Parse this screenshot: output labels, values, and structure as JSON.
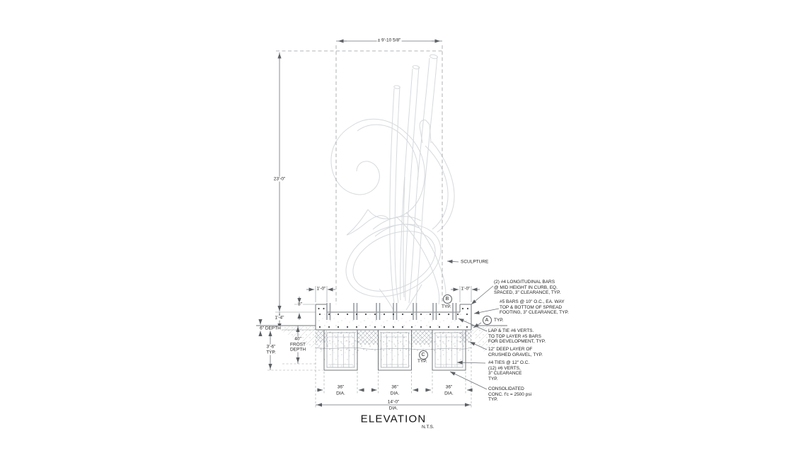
{
  "title": "ELEVATION",
  "scale_note": "N.T.S.",
  "sculpture_label": "SCULPTURE",
  "dims": {
    "overall_width": "± 9'-10 5/8\"",
    "overall_height": "23'-0\"",
    "curb_width_left": "1'-0\"",
    "curb_width_right": "1'-0\"",
    "curb_height": "8\"",
    "footing_thickness": "1'-4\"",
    "embed_depth": "6\" DEPTH",
    "pier_depth": [
      "3'-6\"",
      "TYP."
    ],
    "frost_depth": [
      "40\"",
      "FROST",
      "DEPTH"
    ],
    "pier_dia": [
      "36\"",
      "DIA."
    ],
    "overall_dia": [
      "14'-0\"",
      "DIA."
    ]
  },
  "markers": {
    "a": {
      "letter": "A",
      "suffix": "TYP."
    },
    "b": {
      "letter": "B",
      "suffix": "TYP."
    },
    "c": {
      "letter": "C",
      "suffix": "TYP."
    }
  },
  "notes": {
    "longitudinal_bars": [
      "(2) #4 LONGITUDINAL BARS",
      "@ MID HEIGHT IN CURB, EQ.",
      "SPACED, 3\" CLEARANCE, TYP."
    ],
    "spread_footing_bars": [
      "#5 BARS @ 10\" O.C., EA. WAY",
      "TOP & BOTTOM OF SPREAD",
      "FOOTING, 3\" CLEARANCE, TYP."
    ],
    "lap_tie": [
      "LAP & TIE #6 VERTS.",
      "TO TOP LAYER #5 BARS",
      "FOR DEVELOPMENT, TYP."
    ],
    "gravel": [
      "12\" DEEP LAYER OF",
      "CRUSHED GRAVEL, TYP."
    ],
    "ties_verts": [
      "#4 TIES @ 12\" O.C.",
      "(12) #6 VERTS,",
      "3\" CLEARANCE",
      "TYP."
    ],
    "concrete": [
      "CONSOLIDATED",
      "CONC. f'c = 2500 psi",
      "TYP."
    ]
  },
  "colors": {
    "sculpture_line": "#d6d9dd",
    "dim_line": "#6d7277",
    "object_line": "#70757a",
    "text": "#1e1e1e"
  }
}
